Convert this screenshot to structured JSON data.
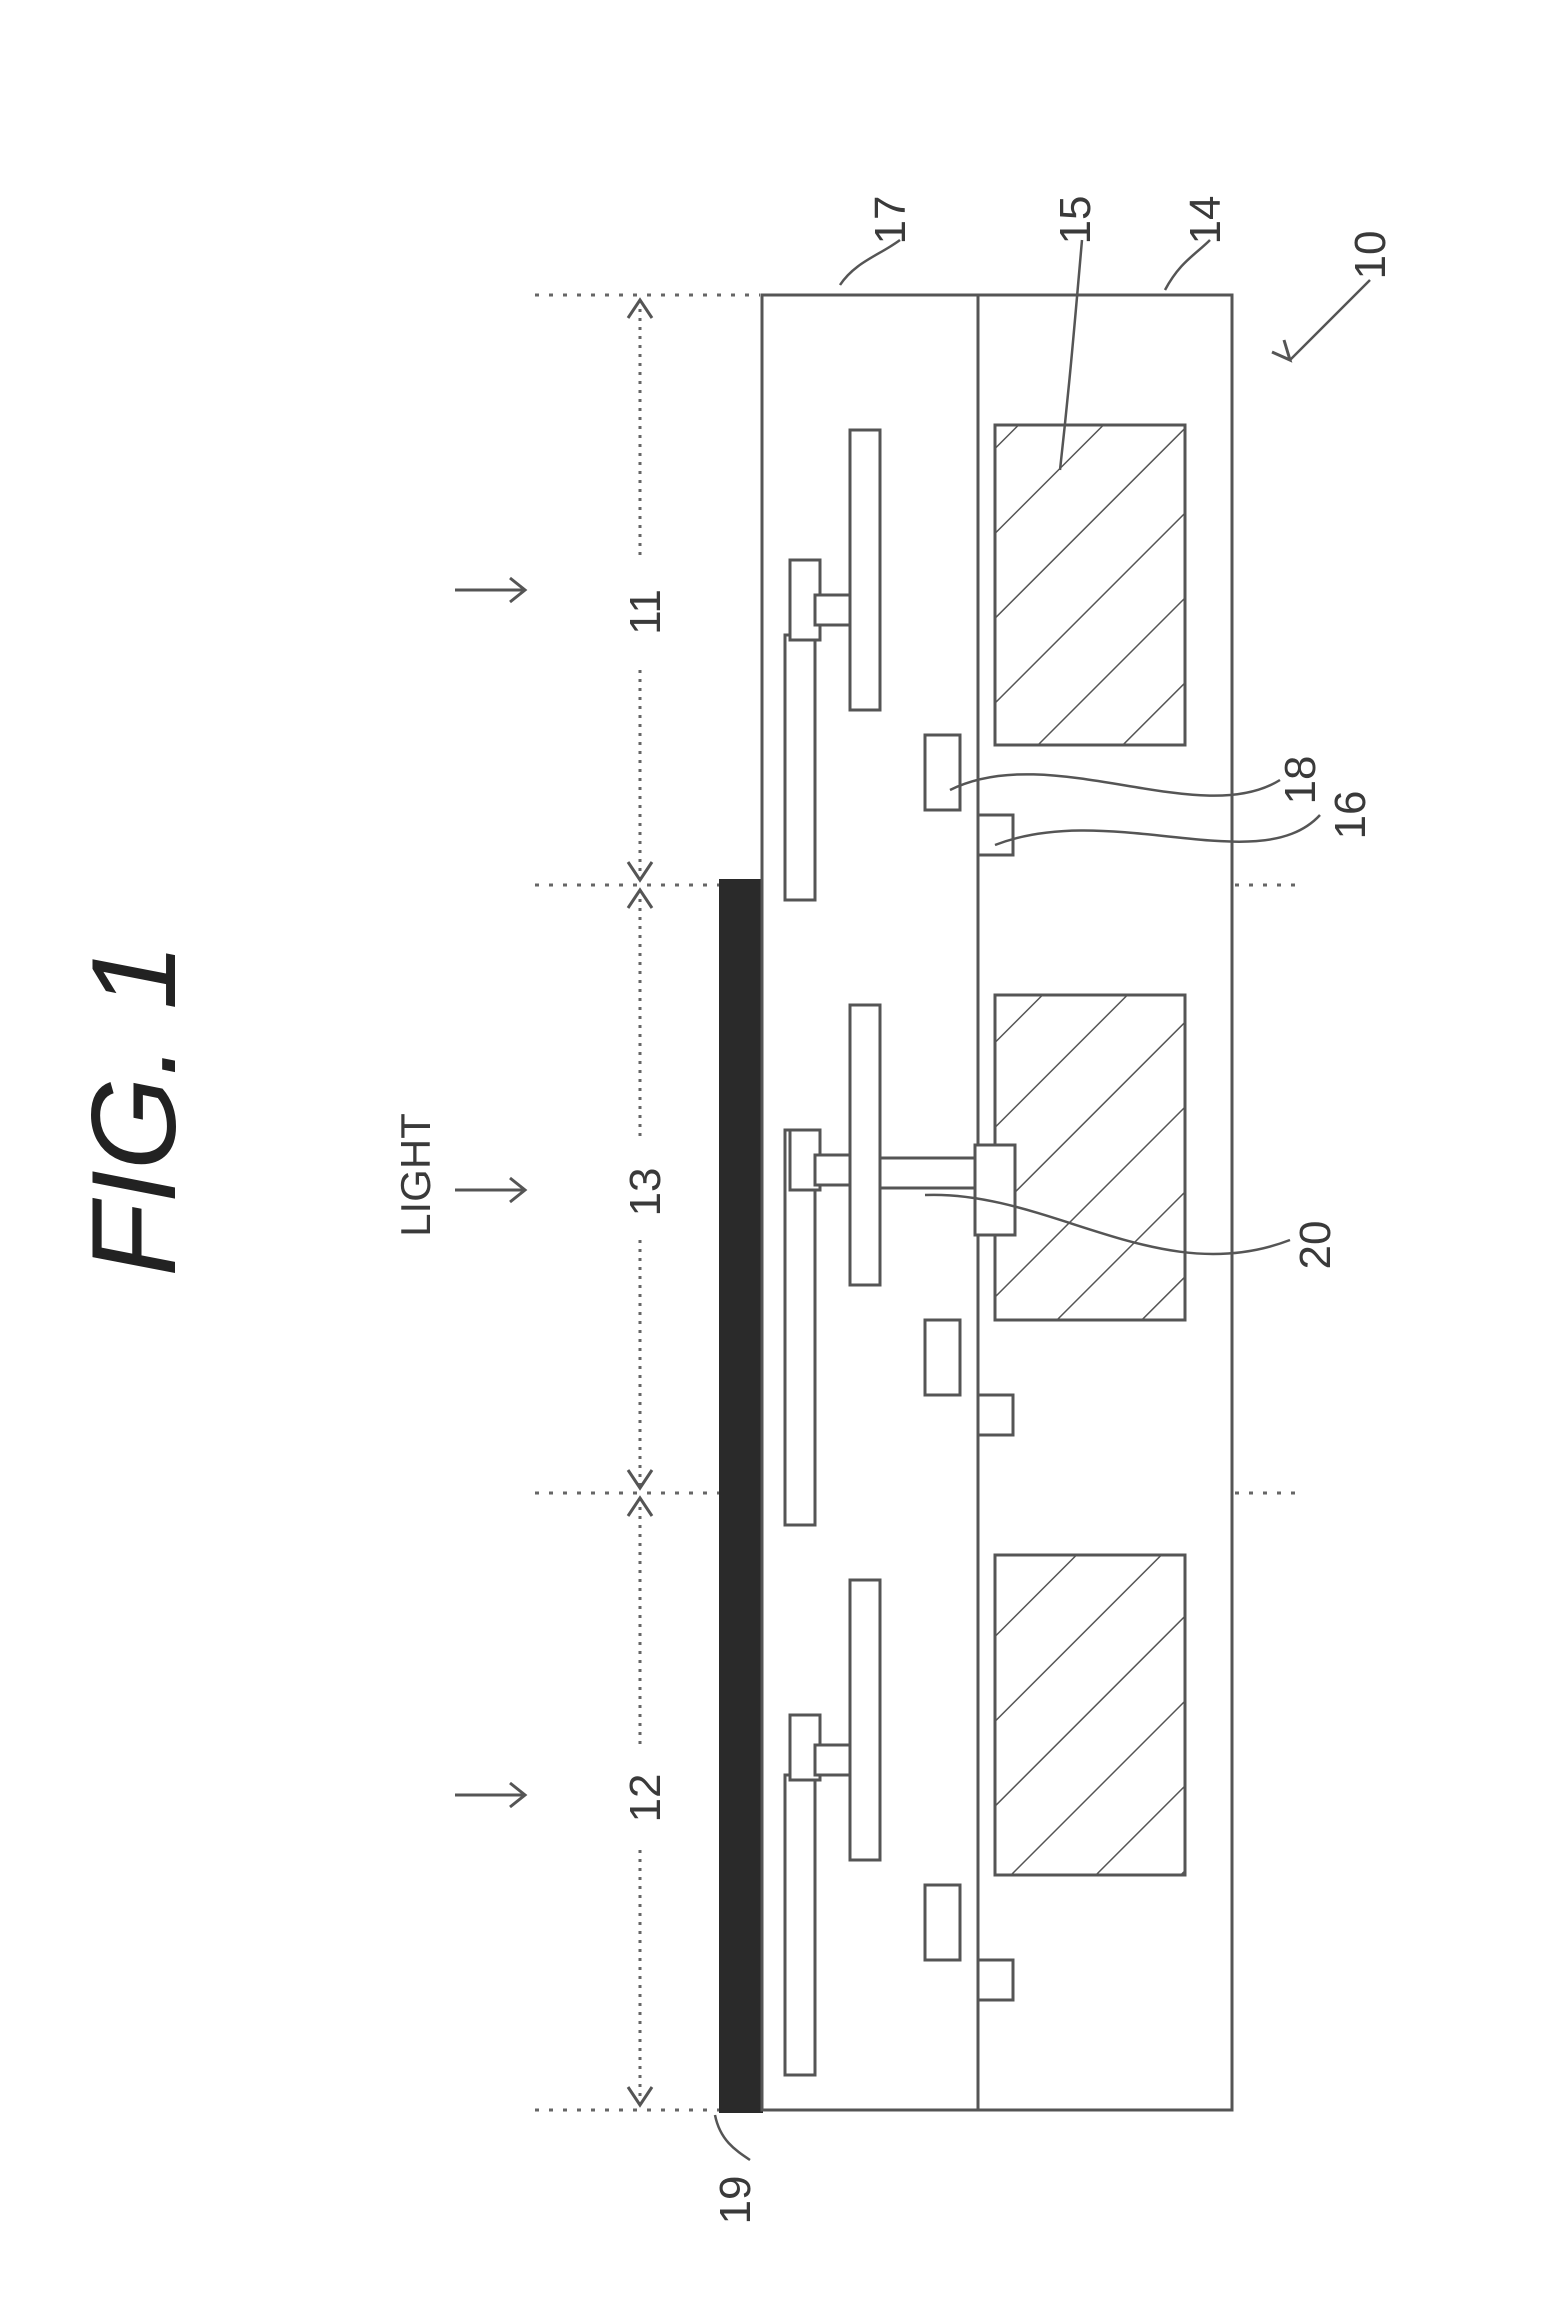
{
  "figure": {
    "title": "FIG. 1",
    "light_label": "LIGHT",
    "labels": {
      "device": "10",
      "region_a": "11",
      "region_b": "12",
      "region_c": "13",
      "substrate": "14",
      "photodiode": "15",
      "element_16": "16",
      "layer_17": "17",
      "element_18": "18",
      "shield": "19",
      "via": "20"
    },
    "colors": {
      "line": "#555555",
      "shield_fill": "#2a2a2a",
      "text": "#3a3a3a"
    }
  }
}
